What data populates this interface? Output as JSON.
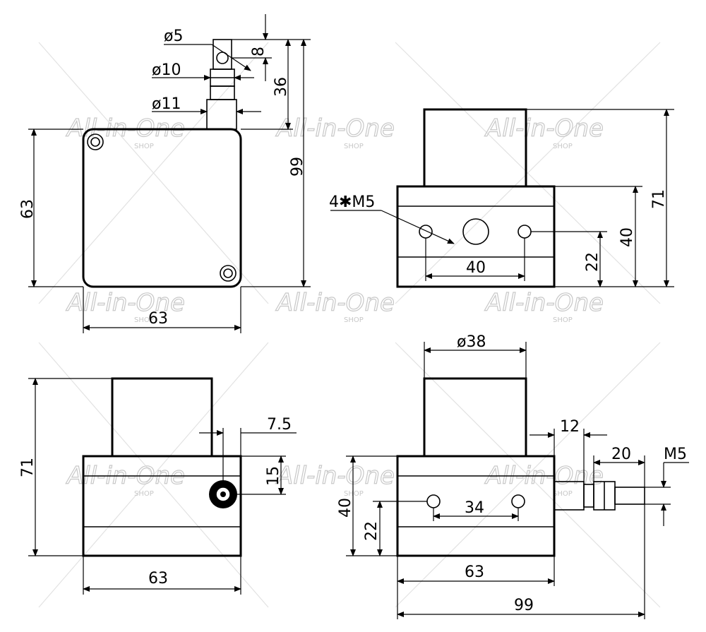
{
  "watermark": {
    "brand": "All-in-One",
    "sub": "SHOP"
  },
  "front_view": {
    "d_phi5": "ø5",
    "d_phi10": "ø10",
    "d_phi11": "ø11",
    "d_8": "8",
    "d_36": "36",
    "d_99": "99",
    "d_63_height": "63",
    "d_63_width": "63"
  },
  "side_view_top_right": {
    "holes_label": "4✱M5",
    "d_40_spacing": "40",
    "d_22": "22",
    "d_40_height": "40",
    "d_71": "71"
  },
  "side_view_bottom_left": {
    "d_7_5": "7.5",
    "d_15": "15",
    "d_71": "71",
    "d_63": "63"
  },
  "side_view_bottom_right": {
    "d_phi38": "ø38",
    "d_12": "12",
    "d_20": "20",
    "d_m5": "M5",
    "d_34": "34",
    "d_40": "40",
    "d_22": "22",
    "d_63": "63",
    "d_99": "99"
  }
}
